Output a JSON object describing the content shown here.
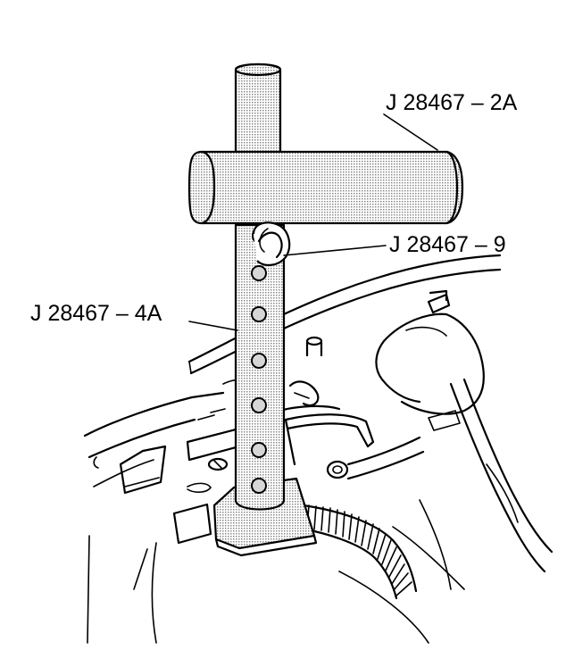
{
  "callouts": {
    "tool_2a": "J 28467 – 2A",
    "tool_9": "J 28467 – 9",
    "tool_4a": "J 28467 – 4A"
  },
  "colors": {
    "ink": "#000000",
    "tool_shading": "#cfcfcf",
    "background": "#ffffff"
  }
}
